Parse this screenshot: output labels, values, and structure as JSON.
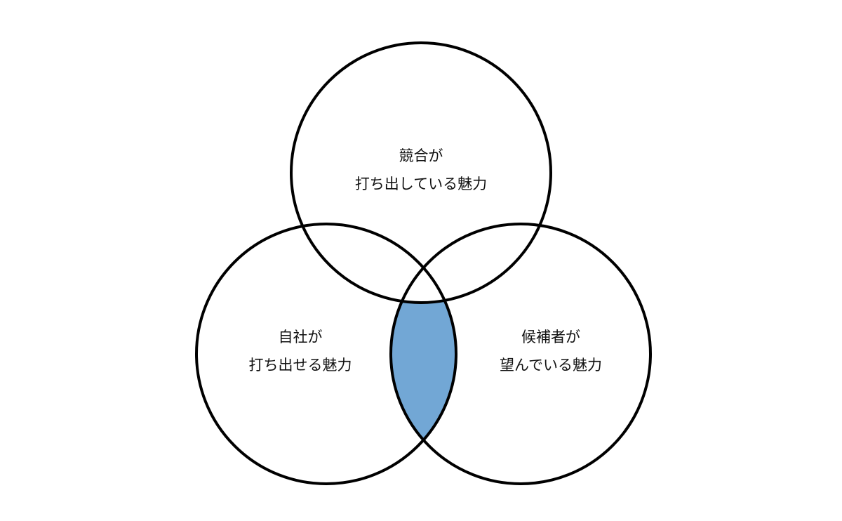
{
  "diagram": {
    "circles": [
      {
        "id": "competitor",
        "lines": [
          "競合が",
          "打ち出している魅力"
        ]
      },
      {
        "id": "company",
        "lines": [
          "自社が",
          "打ち出せる魅力"
        ]
      },
      {
        "id": "candidate",
        "lines": [
          "候補者が",
          "望んでいる魅力"
        ]
      }
    ],
    "highlight": {
      "between": [
        "company",
        "candidate"
      ],
      "outside": "competitor",
      "fill": "#72a7d5"
    },
    "stroke_color": "#000000"
  }
}
